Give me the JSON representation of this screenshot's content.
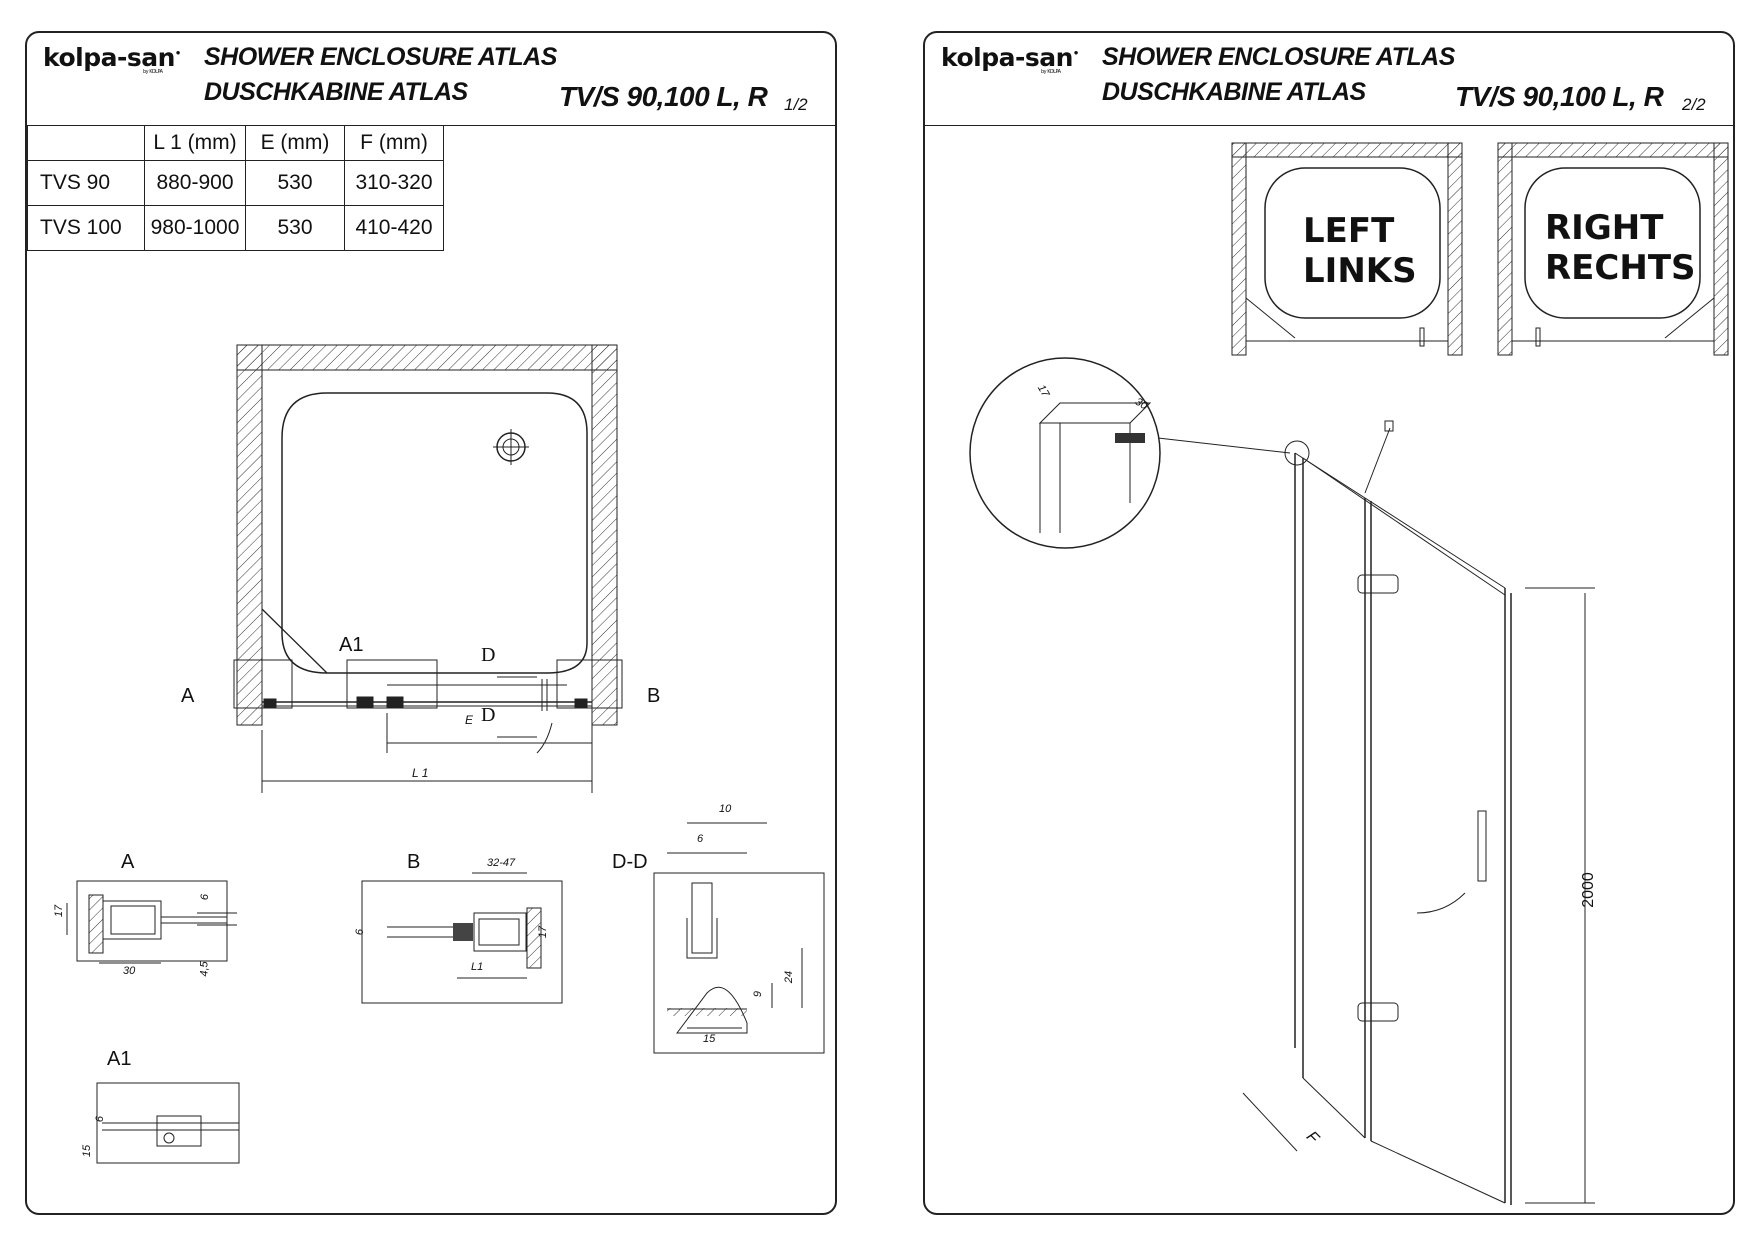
{
  "brand": {
    "logo_text": "kolpa-san",
    "logo_by": "by KOLPA"
  },
  "pages": [
    {
      "title_en": "SHOWER ENCLOSURE ATLAS",
      "title_de": "DUSCHKABINE  ATLAS",
      "model": "TV/S 90,100 L, R",
      "page_number": "1/2"
    },
    {
      "title_en": "SHOWER ENCLOSURE ATLAS",
      "title_de": "DUSCHKABINE  ATLAS",
      "model": "TV/S 90,100 L, R",
      "page_number": "2/2"
    }
  ],
  "dimension_table": {
    "headers": [
      "",
      "L 1 (mm)",
      "E (mm)",
      "F (mm)"
    ],
    "rows": [
      [
        "TVS 90",
        "880-900",
        "530",
        "310-320"
      ],
      [
        "TVS 100",
        "980-1000",
        "530",
        "410-420"
      ]
    ]
  },
  "plan_view": {
    "labels": {
      "a": "A",
      "b": "B",
      "a1": "A1",
      "d_top": "D",
      "d_bottom": "D",
      "e": "E",
      "l1": "L 1"
    }
  },
  "details": {
    "a": {
      "title": "A",
      "dims": [
        "17",
        "30",
        "6",
        "4,5"
      ]
    },
    "b": {
      "title": "B",
      "dims": [
        "32-47",
        "6",
        "17",
        "L1"
      ]
    },
    "dd": {
      "title": "D-D",
      "dims": [
        "10",
        "6",
        "24",
        "9",
        "15"
      ]
    },
    "a1": {
      "title": "A1",
      "dims": [
        "6",
        "15"
      ]
    }
  },
  "orientation": {
    "left": {
      "line1": "LEFT",
      "line2": "LINKS"
    },
    "right": {
      "line1": "RIGHT",
      "line2": "RECHTS"
    }
  },
  "profile_detail": {
    "dims": [
      "17",
      "30"
    ]
  },
  "elevation": {
    "height": "2000",
    "depth_label": "F"
  }
}
